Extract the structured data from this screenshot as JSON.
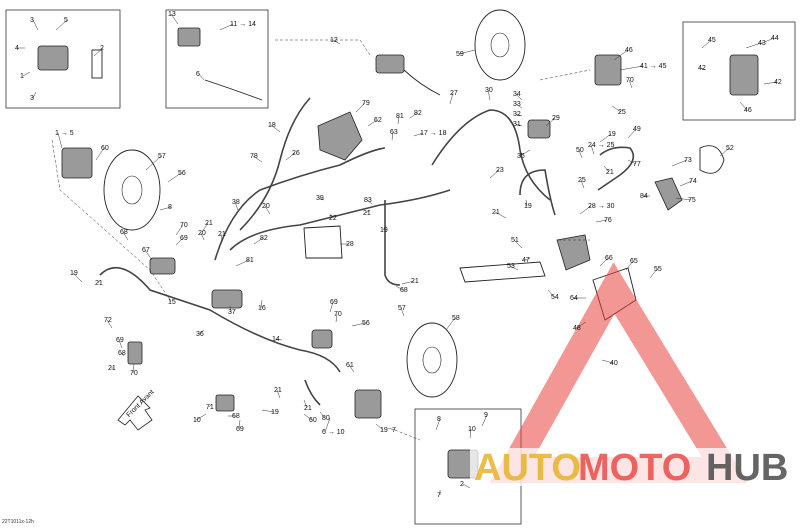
{
  "diagram": {
    "reference_code": "22T1011x-12h",
    "front_arrow_label": "Front Avant",
    "callouts": [
      "3",
      "5",
      "4",
      "1",
      "2",
      "3",
      "1 → 5",
      "60",
      "57",
      "56",
      "8",
      "70",
      "69",
      "21",
      "20",
      "21",
      "19",
      "68",
      "67",
      "21",
      "15",
      "72",
      "70",
      "69",
      "68",
      "21",
      "81",
      "36",
      "37",
      "16",
      "14",
      "13",
      "11 → 14",
      "12",
      "6",
      "19",
      "21",
      "80",
      "78",
      "79",
      "62",
      "81",
      "82",
      "63",
      "17 → 18",
      "18",
      "26",
      "20",
      "38",
      "82",
      "39",
      "22",
      "21",
      "83",
      "28",
      "27",
      "30",
      "23",
      "19",
      "21",
      "68",
      "69",
      "70",
      "56",
      "57",
      "58",
      "61",
      "59",
      "34",
      "33",
      "32",
      "31",
      "29",
      "35",
      "46",
      "41 → 45",
      "45",
      "42",
      "43",
      "44",
      "42",
      "46",
      "25",
      "24 → 25",
      "19",
      "49",
      "50",
      "21",
      "77",
      "25",
      "28 → 30",
      "76",
      "75",
      "74",
      "73",
      "84",
      "52",
      "51",
      "47",
      "53",
      "54",
      "66",
      "65",
      "55",
      "64",
      "48",
      "40",
      "21",
      "19",
      "70",
      "69",
      "71",
      "68",
      "10",
      "19",
      "21",
      "60",
      "6 → 10",
      "7",
      "8",
      "9",
      "10",
      "7",
      "2"
    ]
  },
  "watermark": {
    "brand_auto": "AUTO",
    "brand_moto": "MOTO",
    "brand_hub": "HUB",
    "colors": {
      "red": "#e8413c",
      "gold": "#e8b22a",
      "grey": "#4a4a4a"
    }
  }
}
